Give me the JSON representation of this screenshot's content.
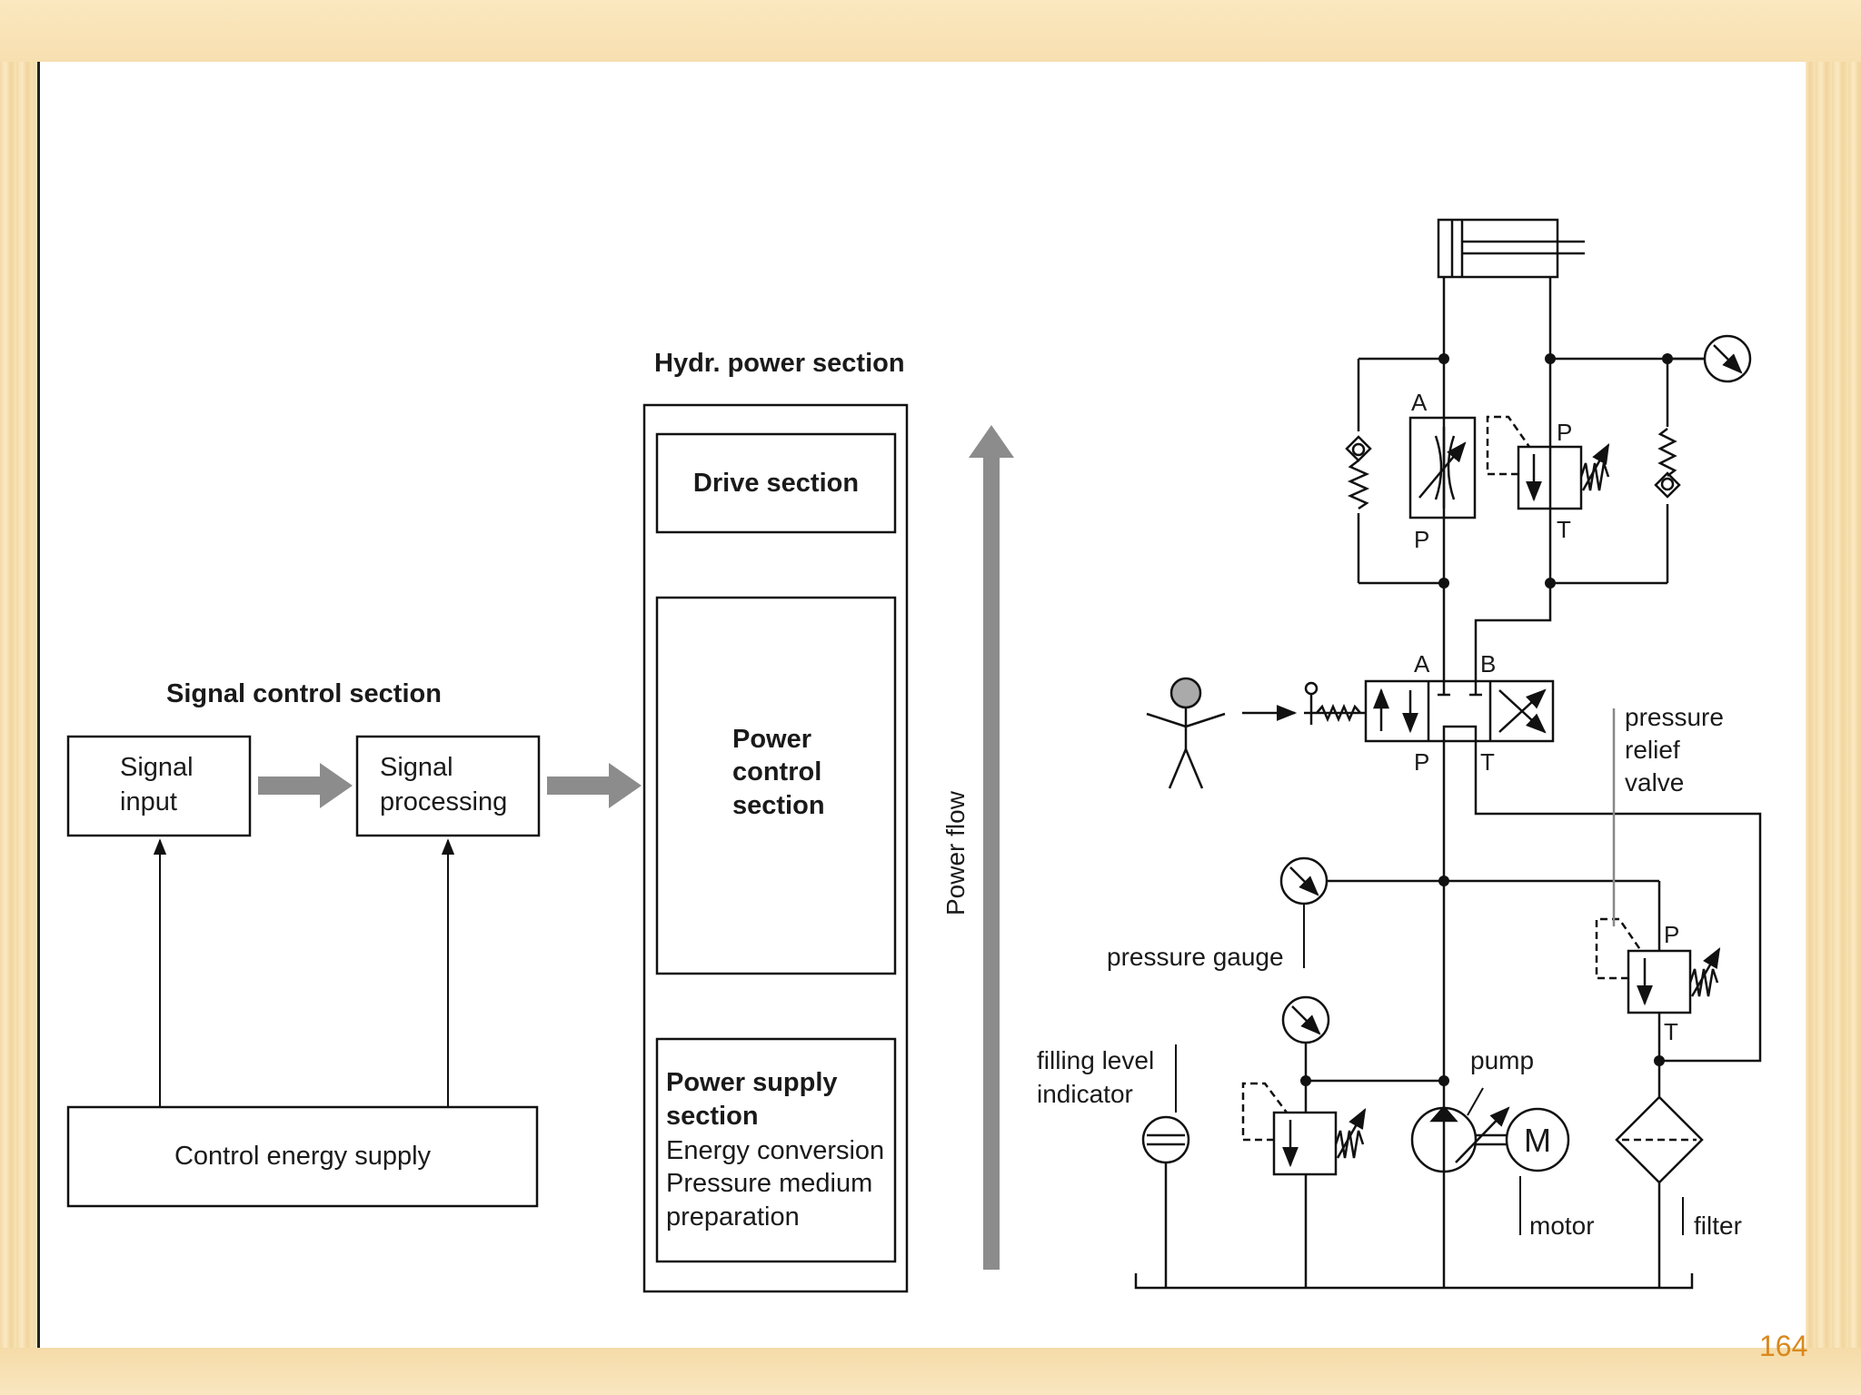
{
  "page_number": "164",
  "signal_section": {
    "heading": "Signal control section",
    "signal_input": [
      "Signal",
      "input"
    ],
    "signal_processing": [
      "Signal",
      "processing"
    ],
    "control_energy_supply": "Control energy supply"
  },
  "hydr_section": {
    "heading": "Hydr. power section",
    "drive": "Drive section",
    "power_control": [
      "Power",
      "control",
      "section"
    ],
    "power_supply_title": [
      "Power supply",
      "section"
    ],
    "power_supply_lines": [
      "Energy conversion",
      "Pressure medium",
      "preparation"
    ]
  },
  "power_flow": "Power flow",
  "circuit": {
    "port_labels": {
      "a1": "A",
      "p1": "P",
      "p2": "P",
      "t1": "T",
      "a2": "A",
      "b2": "B",
      "p3": "P",
      "t3": "T",
      "p4": "P",
      "t4": "T"
    },
    "pressure_relief_valve": [
      "pressure",
      "relief",
      "valve"
    ],
    "pressure_gauge": "pressure gauge",
    "filling_level_indicator": [
      "filling level",
      "indicator"
    ],
    "pump": "pump",
    "motor": "motor",
    "filter": "filter",
    "motor_symbol": "M"
  }
}
